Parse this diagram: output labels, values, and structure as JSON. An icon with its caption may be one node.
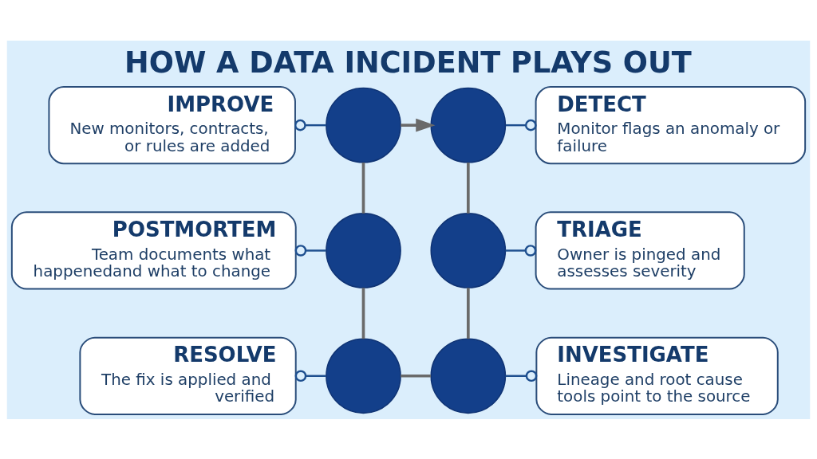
{
  "diagram": {
    "title": "HOW A DATA INCIDENT PLAYS OUT",
    "nodes": [
      {
        "text": [
          "IMPROVE",
          "New monitors, contracts, or rules are added"
        ]
      },
      {
        "text": [],
        "shape": "circle"
      },
      {
        "text": [],
        "shape": "circle"
      },
      {
        "text": [
          "DETECT",
          "Monitor flags an anomaly or failure"
        ]
      },
      {
        "text": [
          "POSTMORTEM",
          "Team documents what happenedand what to change"
        ]
      },
      {
        "text": [],
        "shape": "circle"
      },
      {
        "text": [],
        "shape": "circle"
      },
      {
        "text": [
          "TRIAGE",
          "Owner is pinged and assesses severity"
        ]
      },
      {
        "text": [
          "RESOLVE",
          "The fix is applied and verified"
        ]
      },
      {
        "text": [],
        "shape": "circle"
      },
      {
        "text": [],
        "shape": "circle"
      },
      {
        "text": [
          "INVESTIGATE",
          "Lineage and root cause tools point to the source"
        ]
      }
    ],
    "edges": [
      {
        "from": 1,
        "to": 2,
        "arrow": "to"
      },
      {
        "from": 2,
        "to": 6,
        "arrow": "none"
      },
      {
        "from": 6,
        "to": 10,
        "arrow": "none"
      },
      {
        "from": 9,
        "to": 10,
        "arrow": "none"
      },
      {
        "from": 5,
        "to": 9,
        "arrow": "none"
      },
      {
        "from": 1,
        "to": 5,
        "arrow": "none"
      },
      {
        "from": 0,
        "to": 1,
        "arrow": "other",
        "color": "#1e4f8f"
      },
      {
        "from": 2,
        "to": 3,
        "arrow": "other",
        "color": "#1e4f8f"
      },
      {
        "from": 4,
        "to": 5,
        "arrow": "other",
        "color": "#1e4f8f"
      },
      {
        "from": 6,
        "to": 7,
        "arrow": "other",
        "color": "#1e4f8f"
      },
      {
        "from": 8,
        "to": 9,
        "arrow": "other",
        "color": "#1e4f8f"
      },
      {
        "from": 10,
        "to": 11,
        "arrow": "other",
        "color": "#1e4f8f"
      }
    ]
  }
}
